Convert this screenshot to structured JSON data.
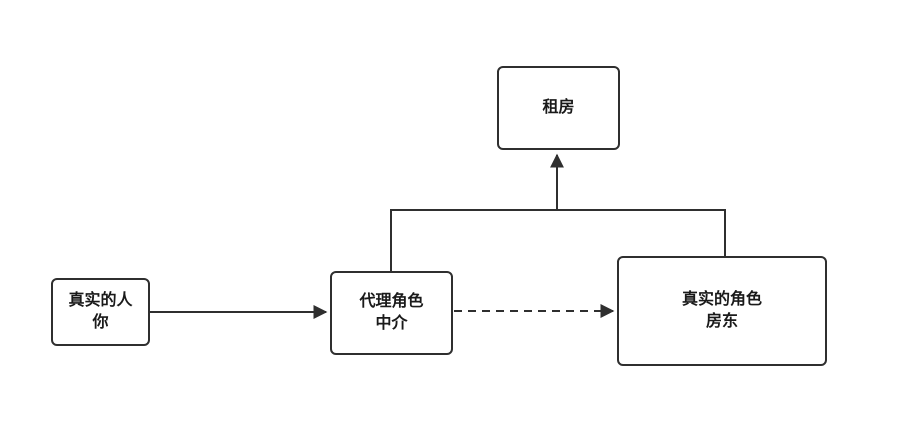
{
  "diagram": {
    "nodes": [
      {
        "id": "real-person",
        "line1": "真实的人",
        "line2": "你"
      },
      {
        "id": "proxy-role",
        "line1": "代理角色",
        "line2": "中介"
      },
      {
        "id": "real-role",
        "line1": "真实的角色",
        "line2": "房东"
      },
      {
        "id": "rent",
        "line1": "租房"
      }
    ],
    "edges": [
      {
        "from": "真实的人 你",
        "to": "代理角色 中介",
        "type": "solid-arrow"
      },
      {
        "from": "代理角色 中介",
        "to": "真实的角色 房东",
        "type": "dashed-arrow"
      },
      {
        "from": "代理角色 中介 + 真实的角色 房东",
        "to": "租房",
        "type": "solid-arrow-orthogonal"
      }
    ],
    "colors": {
      "line": "#2f2f2f",
      "text": "#1a1a1a",
      "node_fill": "#ffffff",
      "background": "#ffffff"
    }
  }
}
